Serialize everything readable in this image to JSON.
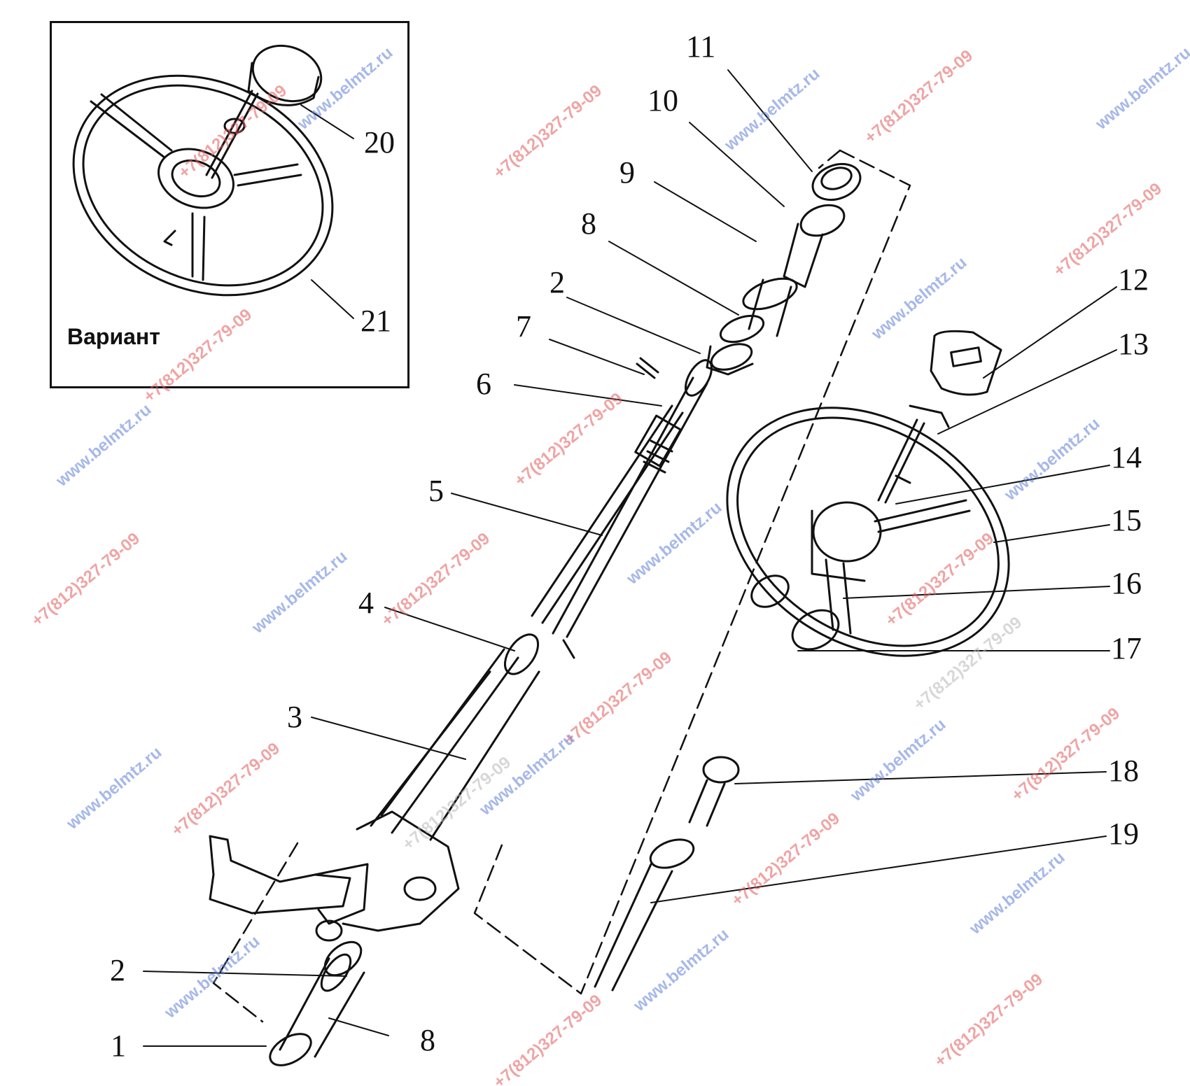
{
  "inset": {
    "label": "Вариант"
  },
  "callouts": [
    "1",
    "2",
    "2",
    "3",
    "4",
    "5",
    "6",
    "7",
    "8",
    "8",
    "9",
    "10",
    "11",
    "12",
    "13",
    "14",
    "15",
    "16",
    "17",
    "18",
    "19",
    "20",
    "21"
  ],
  "watermarks": {
    "phone": "+7(812)327-79-09",
    "site": "www.belmtz.ru"
  },
  "colors": {
    "line": "#111111",
    "watermark_red": "#e25a5a",
    "watermark_blue": "#5f7fd8"
  }
}
